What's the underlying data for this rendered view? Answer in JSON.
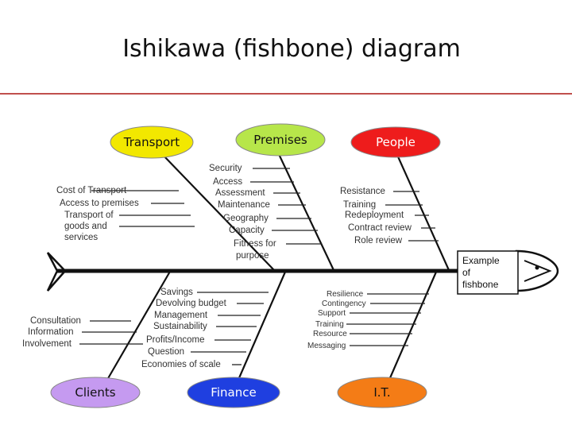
{
  "title": "Ishikawa (fishbone) diagram",
  "effect": {
    "lines": [
      "Example",
      "of",
      "fishbone"
    ]
  },
  "categories": [
    {
      "name": "Transport",
      "color": "#f2e800",
      "text_color": "#111111",
      "causes": [
        "Cost of Transport",
        "Access to premises",
        "Transport of",
        "goods and",
        "services"
      ]
    },
    {
      "name": "Premises",
      "color": "#b7e64a",
      "text_color": "#111111",
      "causes": [
        "Security",
        "Access",
        "Assessment",
        "Maintenance",
        "Geography",
        "Capacity",
        "Fitness for",
        "purpose"
      ]
    },
    {
      "name": "People",
      "color": "#ee1c1c",
      "text_color": "#ffffff",
      "causes": [
        "Resistance",
        "Training",
        "Redeployment",
        "Contract review",
        "Role review"
      ]
    },
    {
      "name": "Clients",
      "color": "#c59af0",
      "text_color": "#111111",
      "causes": [
        "Consultation",
        "Information",
        "Involvement"
      ]
    },
    {
      "name": "Finance",
      "color": "#1f3fe0",
      "text_color": "#ffffff",
      "causes": [
        "Savings",
        "Devolving budget",
        "Management",
        "Sustainability",
        "Profits/Income",
        "Question",
        "Economies of scale"
      ]
    },
    {
      "name": "I.T.",
      "color": "#f47c16",
      "text_color": "#111111",
      "causes": [
        "Resilience",
        "Contingency",
        "Support",
        "Training",
        "Resource",
        "Messaging"
      ]
    }
  ]
}
